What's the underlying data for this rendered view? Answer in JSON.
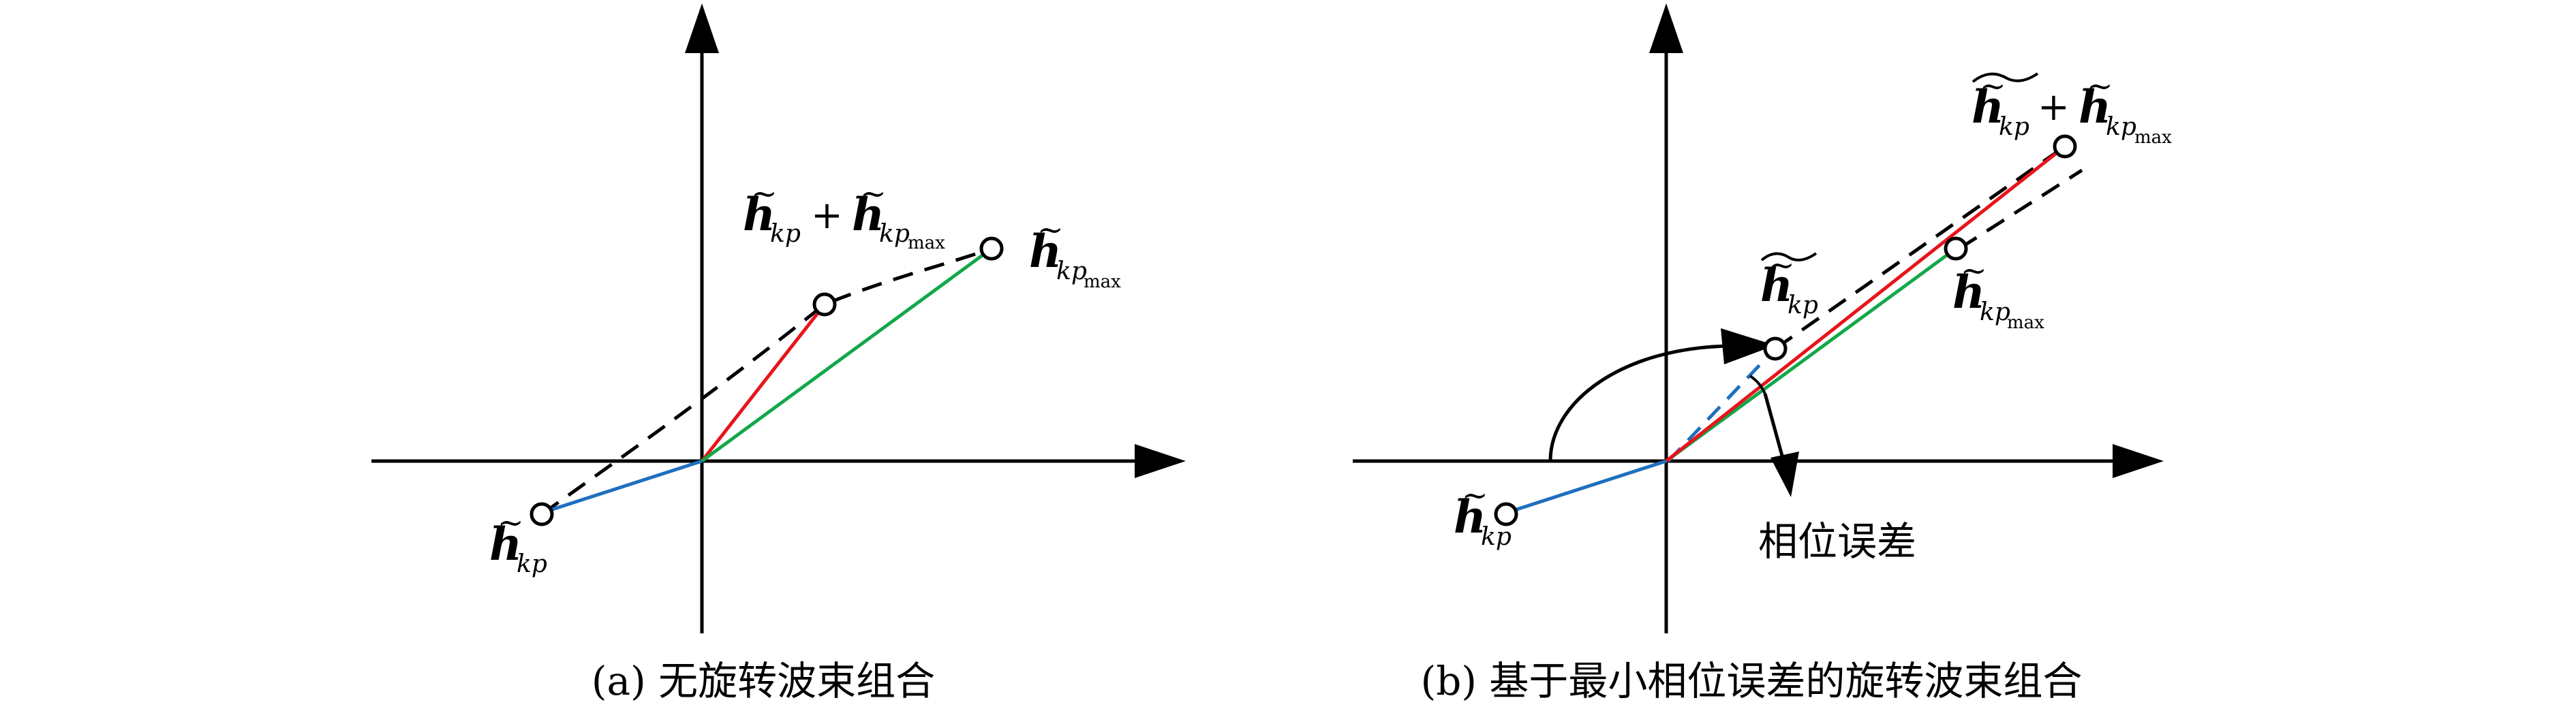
{
  "panel_a": {
    "caption": "(a) 无旋转波束组合",
    "label_sum": {
      "base": "h",
      "sub": "kp",
      "plus": "+",
      "base2": "h",
      "sub2": "kp",
      "subsub2": "max"
    },
    "label_max": {
      "base": "h",
      "sub": "kp",
      "subsub": "max"
    },
    "label_kp": {
      "base": "h",
      "sub": "kp"
    }
  },
  "panel_b": {
    "caption": "(b) 基于最小相位误差的旋转波束组合",
    "label_sum": {
      "base": "h",
      "sub": "kp",
      "plus": "+",
      "base2": "h",
      "sub2": "kp",
      "subsub2": "max"
    },
    "label_rot": {
      "base": "h",
      "sub": "kp"
    },
    "label_max": {
      "base": "h",
      "sub": "kp",
      "subsub": "max"
    },
    "label_kp": {
      "base": "h",
      "sub": "kp"
    },
    "phase_error": "相位误差"
  },
  "colors": {
    "axis": "#000000",
    "vector_kp": "#1f6fbf",
    "vector_sum": "#e8141b",
    "vector_max": "#12a84a",
    "dashed": "#000000"
  }
}
